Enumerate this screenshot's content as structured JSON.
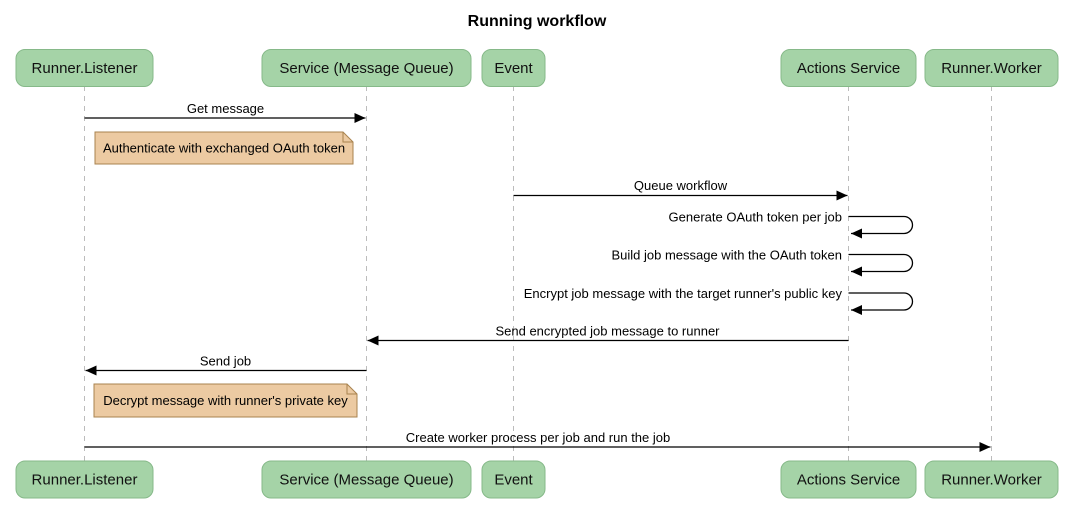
{
  "title": "Running workflow",
  "diagram_type": "sequence-diagram",
  "colors": {
    "background": "#FFFFFF",
    "actor_fill": "#A5D3A7",
    "actor_border": "#86B989",
    "note_fill": "#ECCAA2",
    "note_border": "#A9834F",
    "lifeline": "#BCBCBC",
    "arrow": "#000000",
    "text": "#000000"
  },
  "actors": [
    {
      "label": "Runner.Listener"
    },
    {
      "label": "Service (Message Queue)"
    },
    {
      "label": "Event"
    },
    {
      "label": "Actions Service"
    },
    {
      "label": "Runner.Worker"
    }
  ],
  "messages": [
    {
      "text": "Get message",
      "from": "Runner.Listener",
      "to": "Service (Message Queue)",
      "kind": "solid-arrow"
    },
    {
      "text": "Queue workflow",
      "from": "Event",
      "to": "Actions Service",
      "kind": "solid-arrow"
    },
    {
      "text": "Generate OAuth token per job",
      "from": "Actions Service",
      "to": "Actions Service",
      "kind": "self-loop"
    },
    {
      "text": "Build job message with the OAuth token",
      "from": "Actions Service",
      "to": "Actions Service",
      "kind": "self-loop"
    },
    {
      "text": "Encrypt job message with the target runner's public key",
      "from": "Actions Service",
      "to": "Actions Service",
      "kind": "self-loop"
    },
    {
      "text": "Send encrypted job message to runner",
      "from": "Actions Service",
      "to": "Service (Message Queue)",
      "kind": "solid-arrow"
    },
    {
      "text": "Send job",
      "from": "Service (Message Queue)",
      "to": "Runner.Listener",
      "kind": "solid-arrow"
    },
    {
      "text": "Create worker process per job and run the job",
      "from": "Runner.Listener",
      "to": "Runner.Worker",
      "kind": "solid-arrow"
    }
  ],
  "notes": [
    {
      "text": "Authenticate with exchanged OAuth token",
      "position": "right of Runner.Listener"
    },
    {
      "text": "Decrypt message with runner's private key",
      "position": "right of Runner.Listener"
    }
  ]
}
